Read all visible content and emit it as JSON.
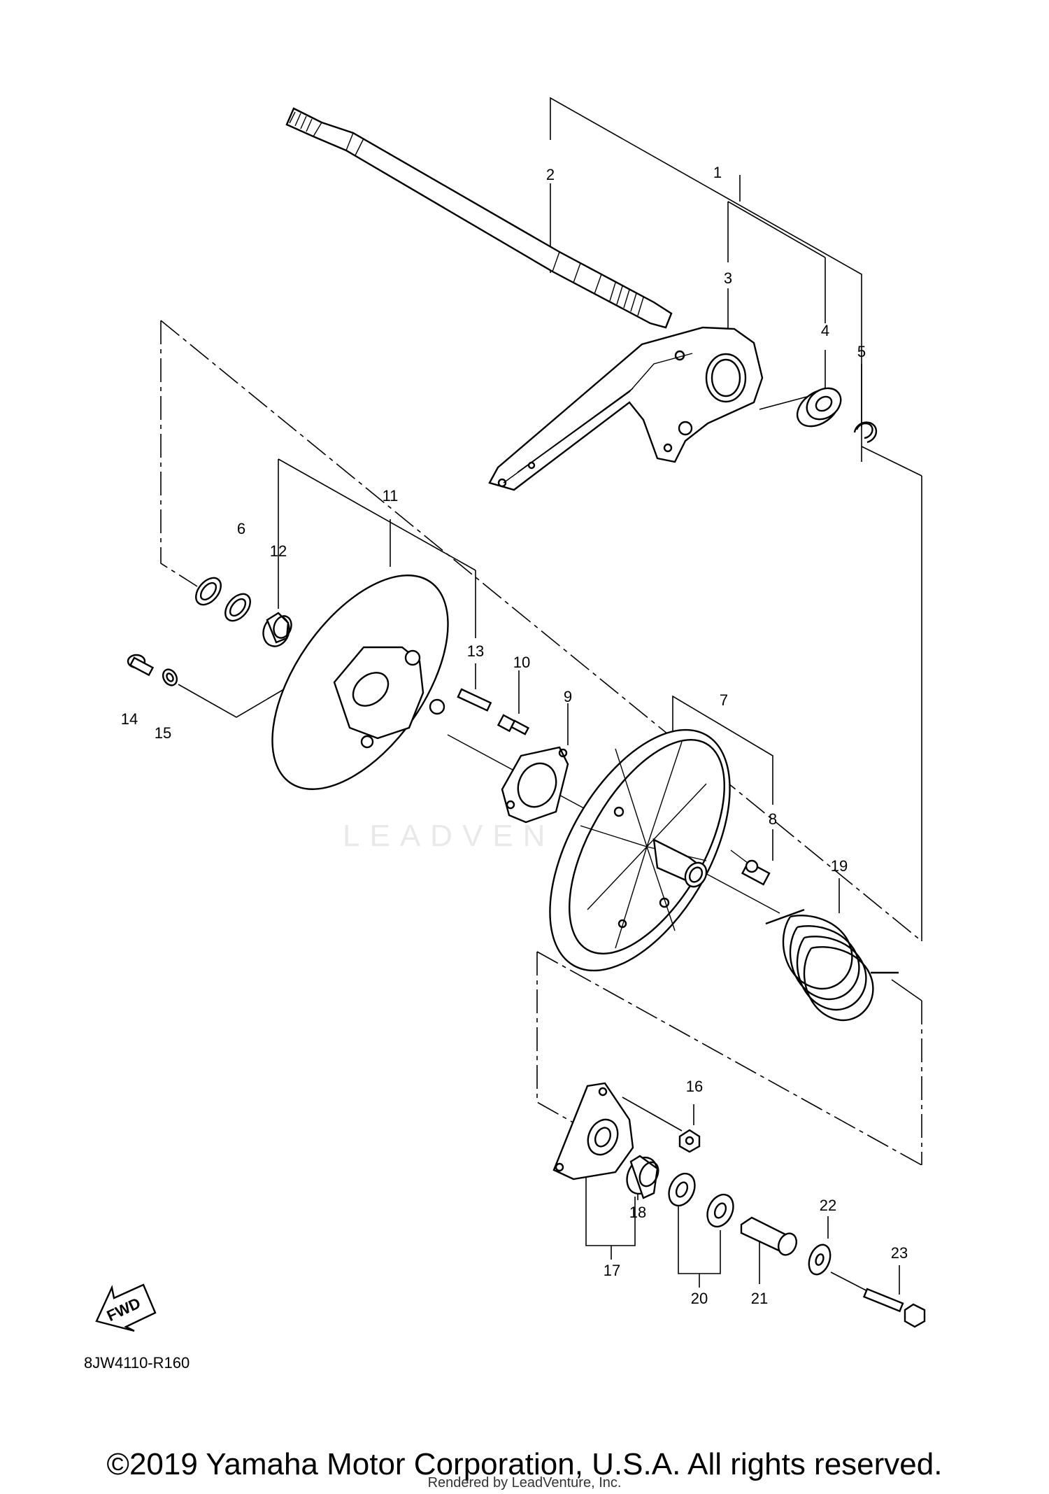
{
  "diagram": {
    "code": "8JW4110-R160",
    "fwd_label": "FWD",
    "callouts": [
      "1",
      "2",
      "3",
      "4",
      "5",
      "6",
      "7",
      "8",
      "9",
      "10",
      "11",
      "12",
      "13",
      "14",
      "15",
      "16",
      "17",
      "18",
      "19",
      "20",
      "21",
      "22",
      "23"
    ]
  },
  "footer": {
    "copyright": "©2019 Yamaha Motor Corporation, U.S.A. All rights reserved.",
    "rendered_by": "Rendered by LeadVenture, Inc."
  },
  "watermark": {
    "text": "LEADVEN"
  }
}
